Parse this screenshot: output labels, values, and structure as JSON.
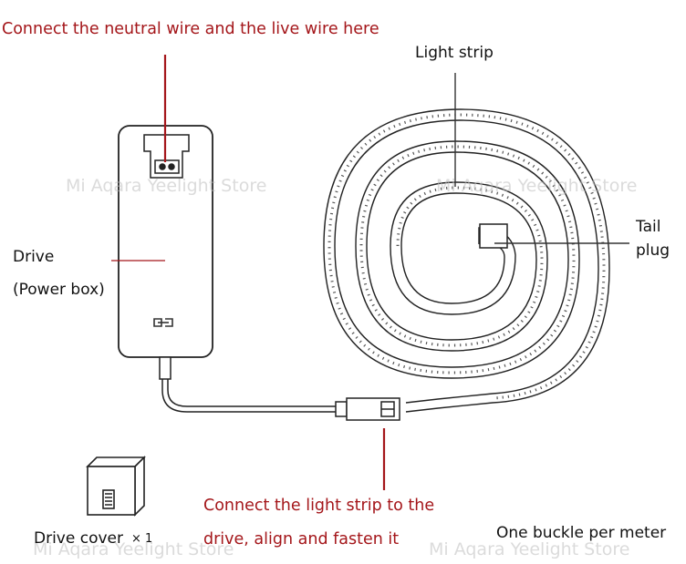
{
  "colors": {
    "accent_red": "#a4161a",
    "line_black": "#222222",
    "watermark": "#c8c8c8"
  },
  "labels": {
    "connect_neutral": "Connect the neutral wire and the live wire here",
    "light_strip": "Light strip",
    "drive": "Drive",
    "power_box": "(Power box)",
    "tail_line1": "Tail",
    "tail_line2": "plug",
    "connect_strip_line1": "Connect the light strip to the",
    "connect_strip_line2": "drive, align and fasten it",
    "drive_cover": "Drive cover",
    "drive_cover_qty": "× 1",
    "buckle": "One buckle per meter"
  },
  "watermark": {
    "left": "Mi Aqara Yeelight Store",
    "right": "Mi Aqara Yeelight Store",
    "bottom_left": "Mi Aqara Yeelight Store",
    "bottom_right": "Mi Aqara Yeelight Store"
  }
}
